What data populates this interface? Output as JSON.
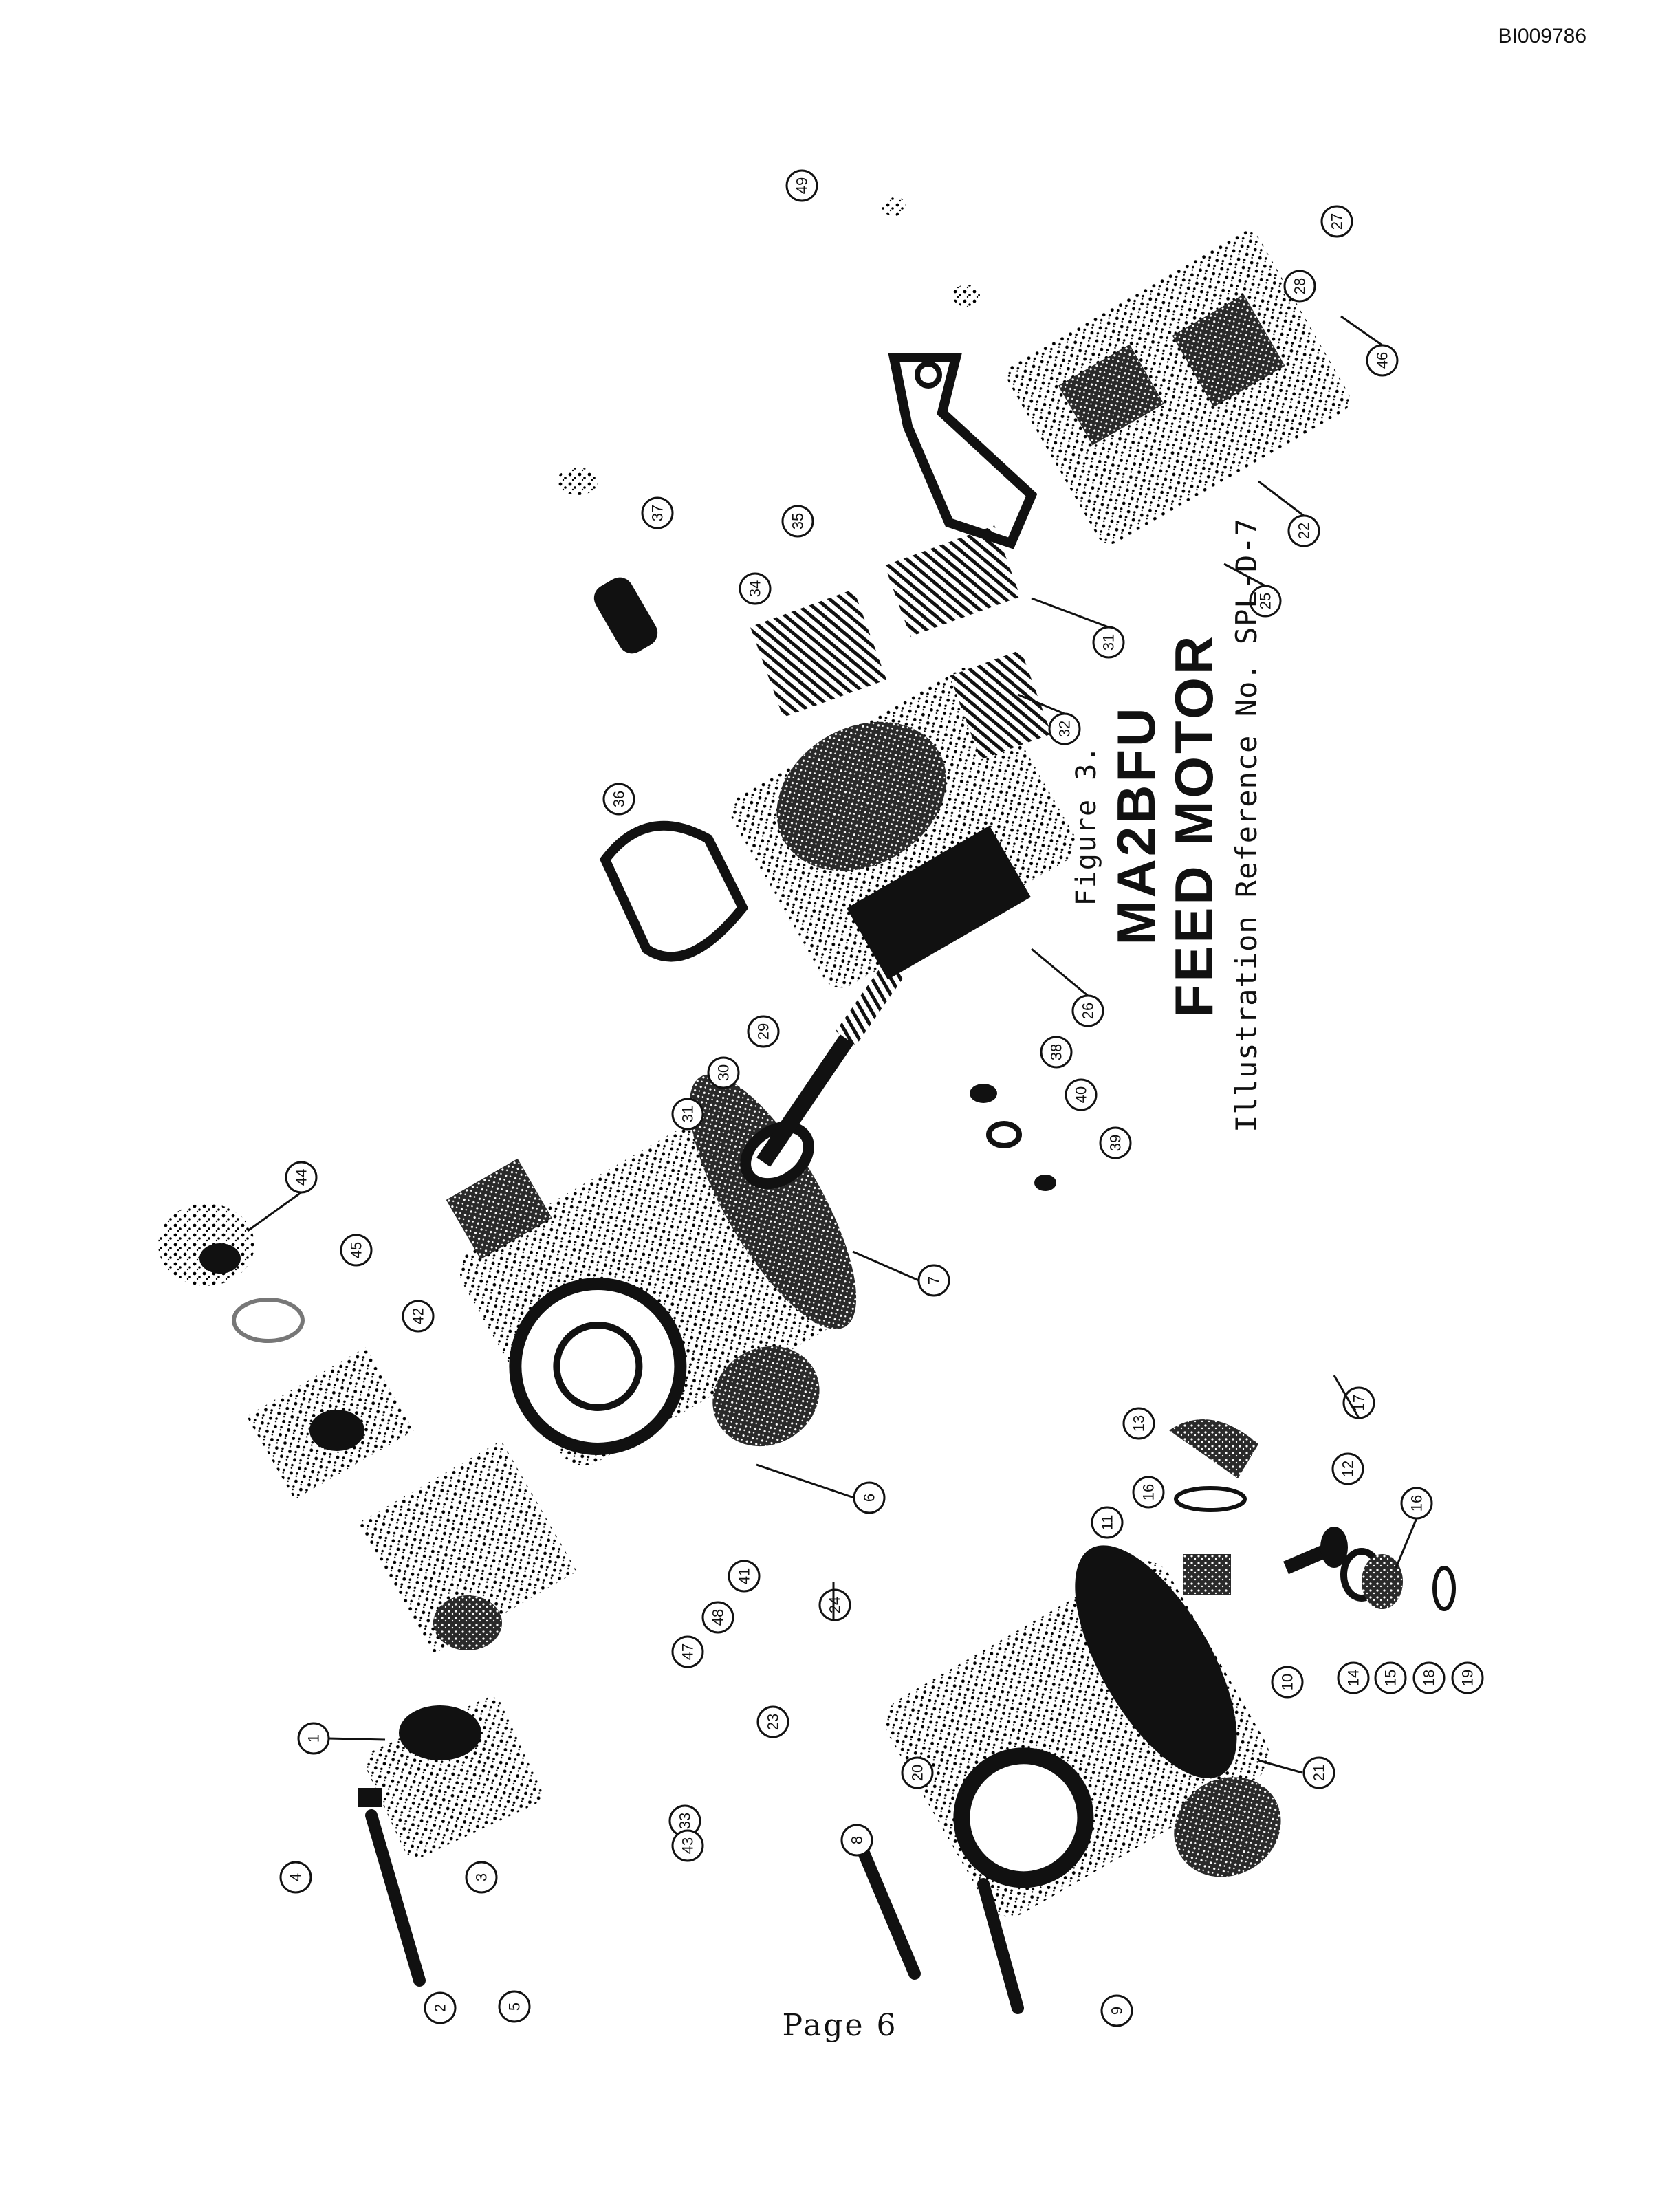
{
  "header": {
    "doc_id": "BI009786"
  },
  "figure": {
    "figure_label": "Figure 3.",
    "title_line1": "MA2BFU",
    "title_line2": "FEED MOTOR",
    "reference": "Illustration Reference No. SPL-D-7"
  },
  "callouts": [
    "1",
    "2",
    "3",
    "4",
    "5",
    "6",
    "7",
    "8",
    "9",
    "10",
    "11",
    "12",
    "13",
    "14",
    "15",
    "16",
    "16",
    "17",
    "18",
    "19",
    "20",
    "21",
    "22",
    "23",
    "24",
    "25",
    "26",
    "27",
    "28",
    "29",
    "30",
    "31",
    "31",
    "32",
    "33",
    "34",
    "35",
    "36",
    "37",
    "38",
    "39",
    "40",
    "41",
    "42",
    "43",
    "44",
    "45",
    "46",
    "47",
    "48",
    "49"
  ],
  "footer": {
    "page": "Page 6"
  }
}
